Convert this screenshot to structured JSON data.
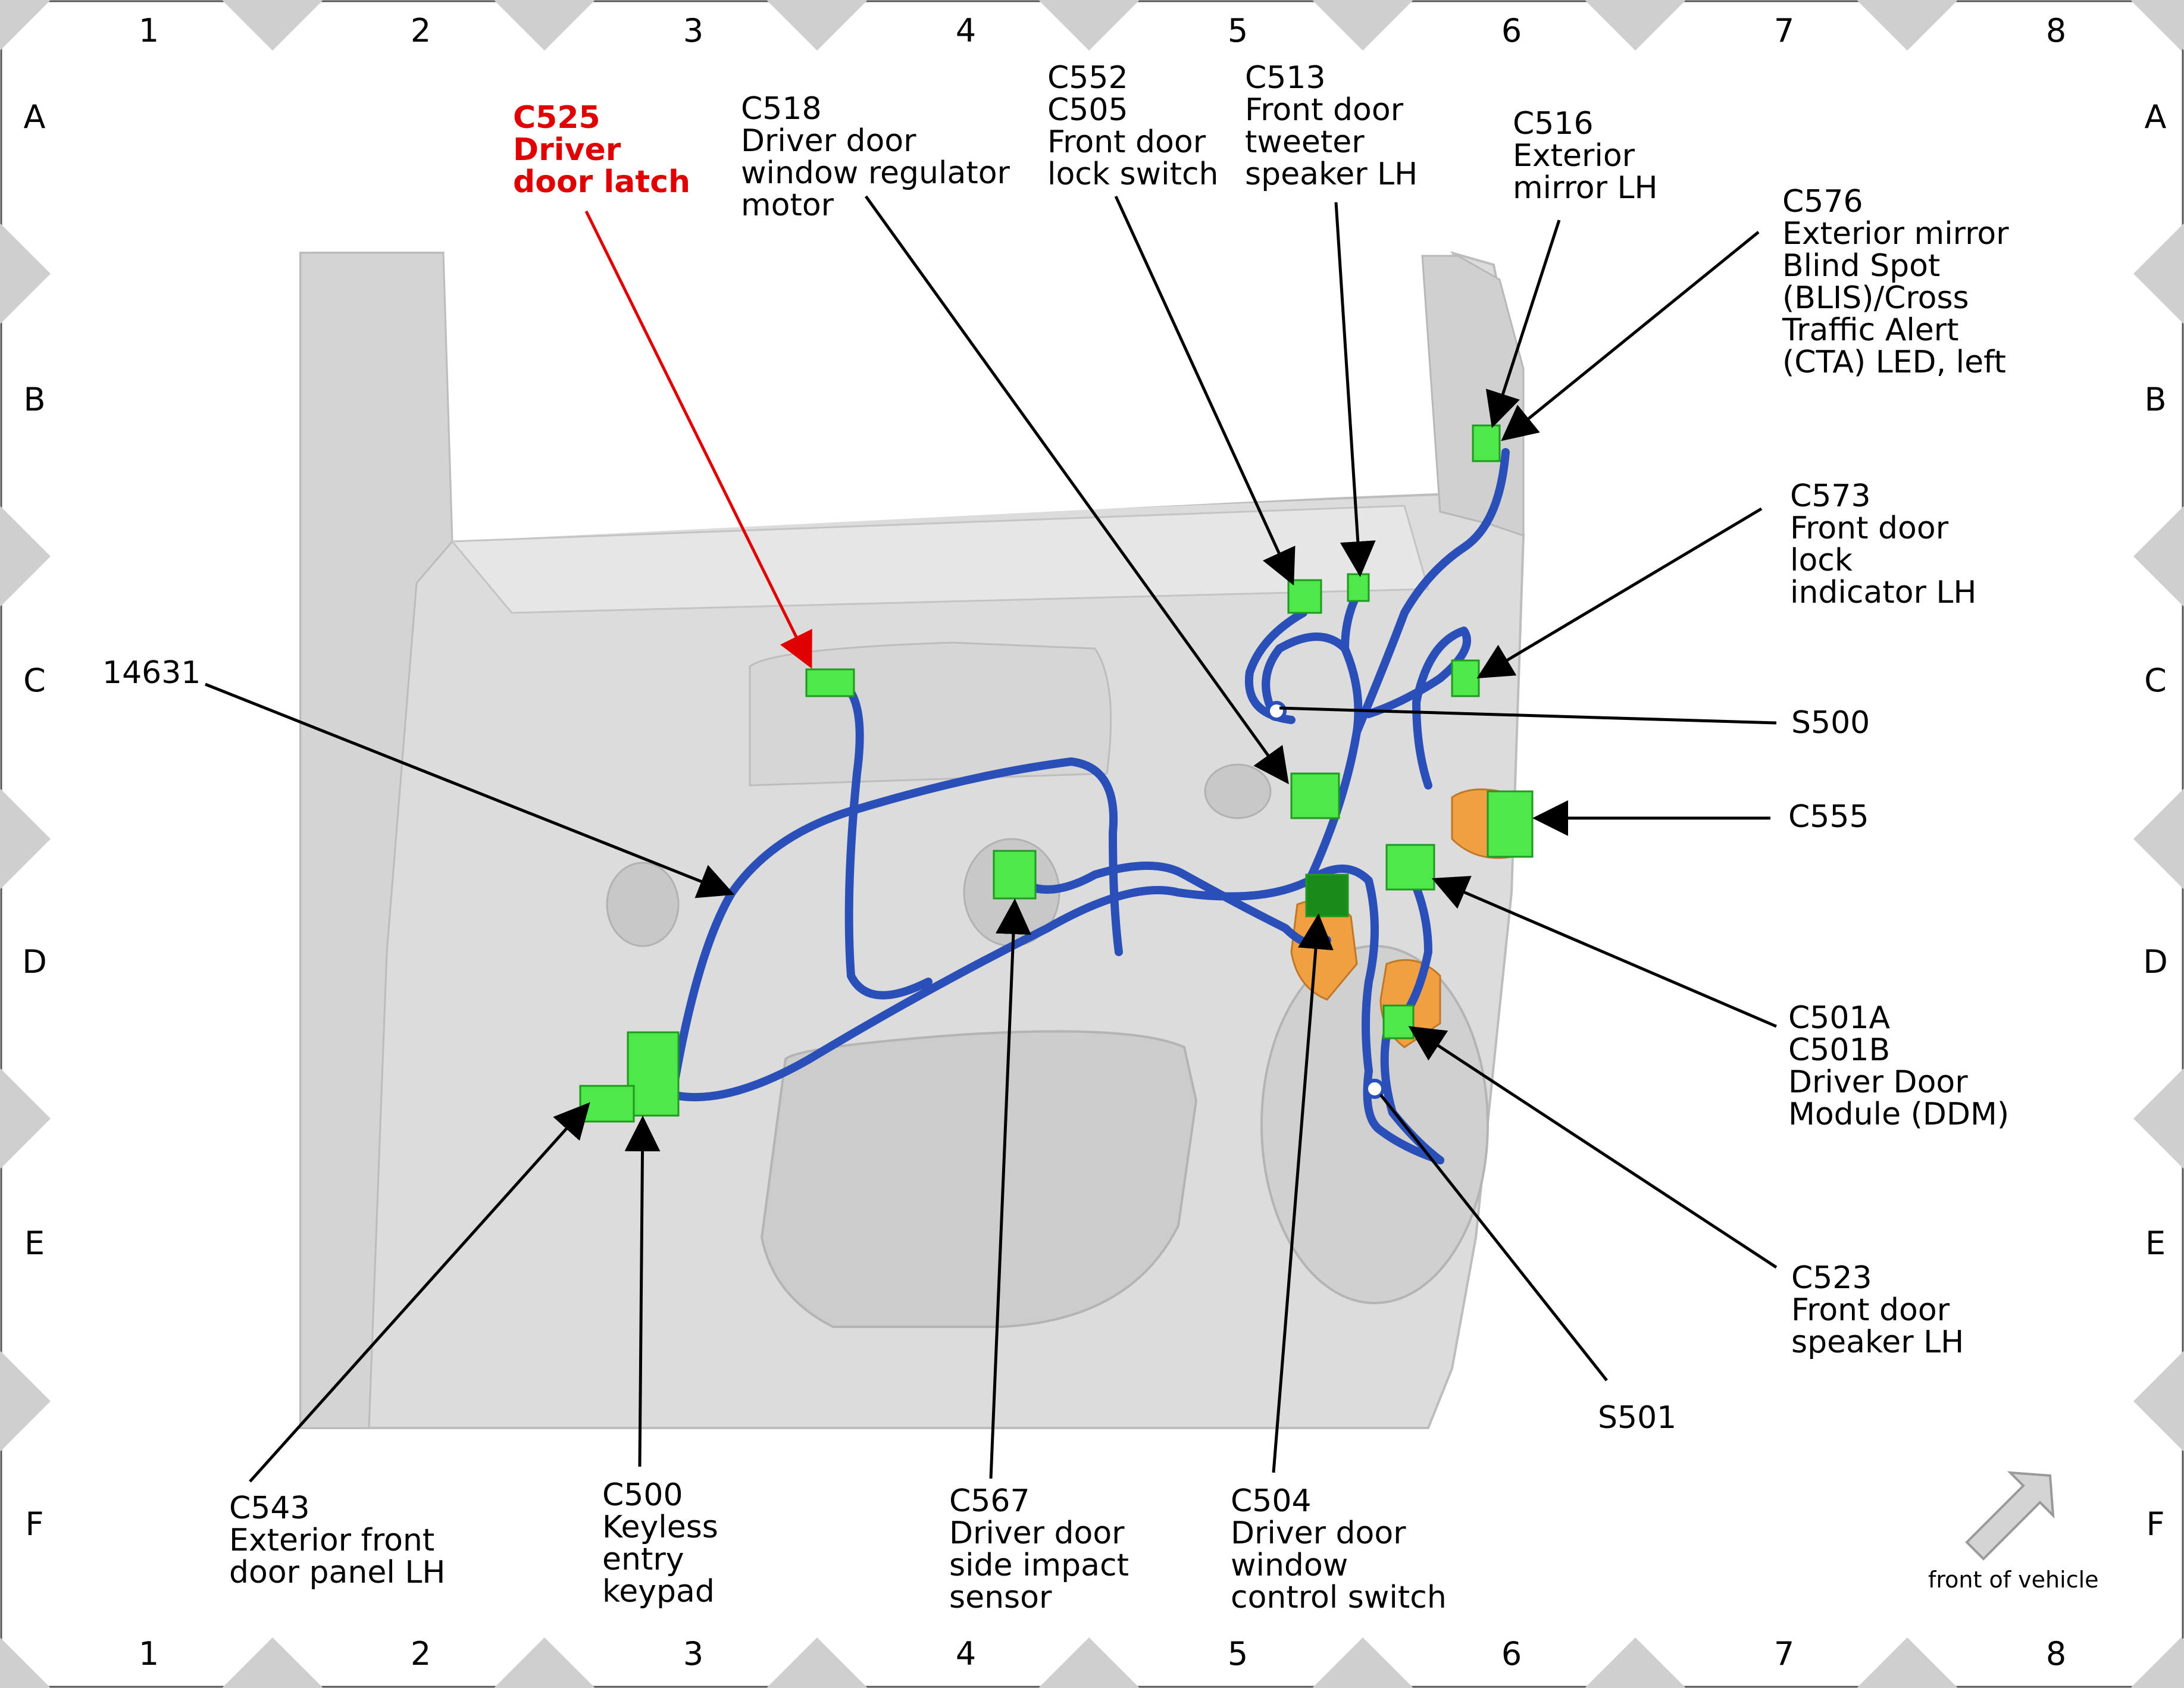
{
  "grid": {
    "columns": [
      "1",
      "2",
      "3",
      "4",
      "5",
      "6",
      "7",
      "8"
    ],
    "rows": [
      "A",
      "B",
      "C",
      "D",
      "E",
      "F"
    ]
  },
  "colors": {
    "frame_marker": "#cfcfcf",
    "panel": "#dcdcdc",
    "harness": "#2a4fb8",
    "connector": "#4ee84a",
    "connector_dark": "#1a8a1a",
    "bracket": "#f0a040",
    "leader": "#000000",
    "highlight": "#e00000"
  },
  "callouts": [
    {
      "id": "c525",
      "lines": [
        "C525",
        "Driver",
        "door latch"
      ],
      "highlight": true
    },
    {
      "id": "c518",
      "lines": [
        "C518",
        "Driver door",
        "window regulator",
        "motor"
      ]
    },
    {
      "id": "c552-c505",
      "lines": [
        "C552",
        "C505",
        "Front door",
        "lock switch"
      ]
    },
    {
      "id": "c513",
      "lines": [
        "C513",
        "Front door",
        "tweeter",
        "speaker LH"
      ]
    },
    {
      "id": "c516",
      "lines": [
        "C516",
        "Exterior",
        "mirror LH"
      ]
    },
    {
      "id": "c576",
      "lines": [
        "C576",
        "Exterior mirror",
        "Blind Spot",
        "(BLIS)/Cross",
        "Traffic Alert",
        "(CTA) LED, left"
      ]
    },
    {
      "id": "c573",
      "lines": [
        "C573",
        "Front door",
        "lock",
        "indicator LH"
      ]
    },
    {
      "id": "s500",
      "lines": [
        "S500"
      ]
    },
    {
      "id": "c555",
      "lines": [
        "C555"
      ]
    },
    {
      "id": "c501",
      "lines": [
        "C501A",
        "C501B",
        "Driver Door",
        "Module (DDM)"
      ]
    },
    {
      "id": "c523",
      "lines": [
        "C523",
        "Front door",
        "speaker LH"
      ]
    },
    {
      "id": "s501",
      "lines": [
        "S501"
      ]
    },
    {
      "id": "c504",
      "lines": [
        "C504",
        "Driver door",
        "window",
        "control switch"
      ]
    },
    {
      "id": "c567",
      "lines": [
        "C567",
        "Driver door",
        "side impact",
        "sensor"
      ]
    },
    {
      "id": "c500",
      "lines": [
        "C500",
        "Keyless",
        "entry",
        "keypad"
      ]
    },
    {
      "id": "c543",
      "lines": [
        "C543",
        "Exterior front",
        "door panel LH"
      ]
    },
    {
      "id": "harness-14631",
      "lines": [
        "14631"
      ]
    }
  ],
  "orientation": {
    "label": "front of vehicle",
    "icon": "arrow-up-right-icon"
  }
}
